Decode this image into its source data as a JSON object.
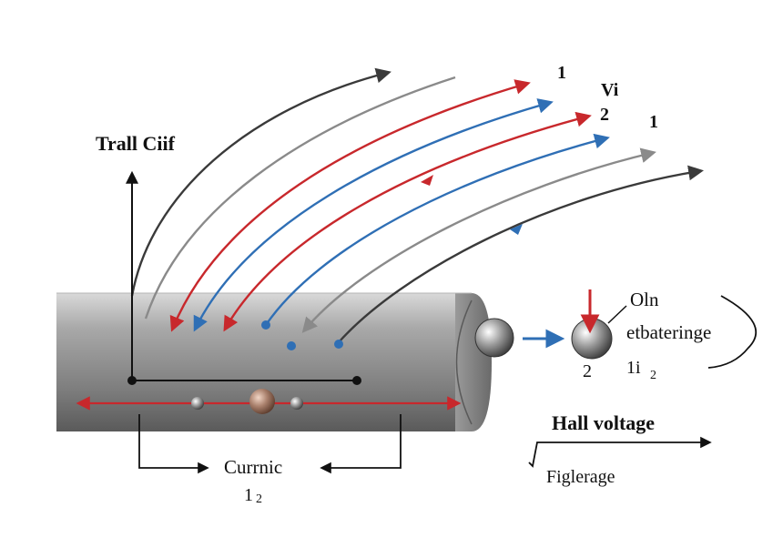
{
  "diagram": {
    "title": "Trall Ciif",
    "colors": {
      "red": "#c8282c",
      "blue": "#2f6fb5",
      "dark": "#3a3a3a",
      "gray": "#8a8a8a",
      "bar": "#8c8c8c"
    },
    "field_line_labels": {
      "l1": "1",
      "l2": "Vi",
      "l3": "2",
      "l4": "1"
    },
    "particle_side": {
      "line1": "Oln",
      "line2": "etbateringe",
      "left_number": "2",
      "right_number": "1i",
      "subscript": "2"
    },
    "hall": {
      "title": "Hall voltage",
      "sub": "Figlerage"
    },
    "current": {
      "label": "Currnic",
      "sub_main": "1",
      "sub_subscript": "2"
    }
  }
}
